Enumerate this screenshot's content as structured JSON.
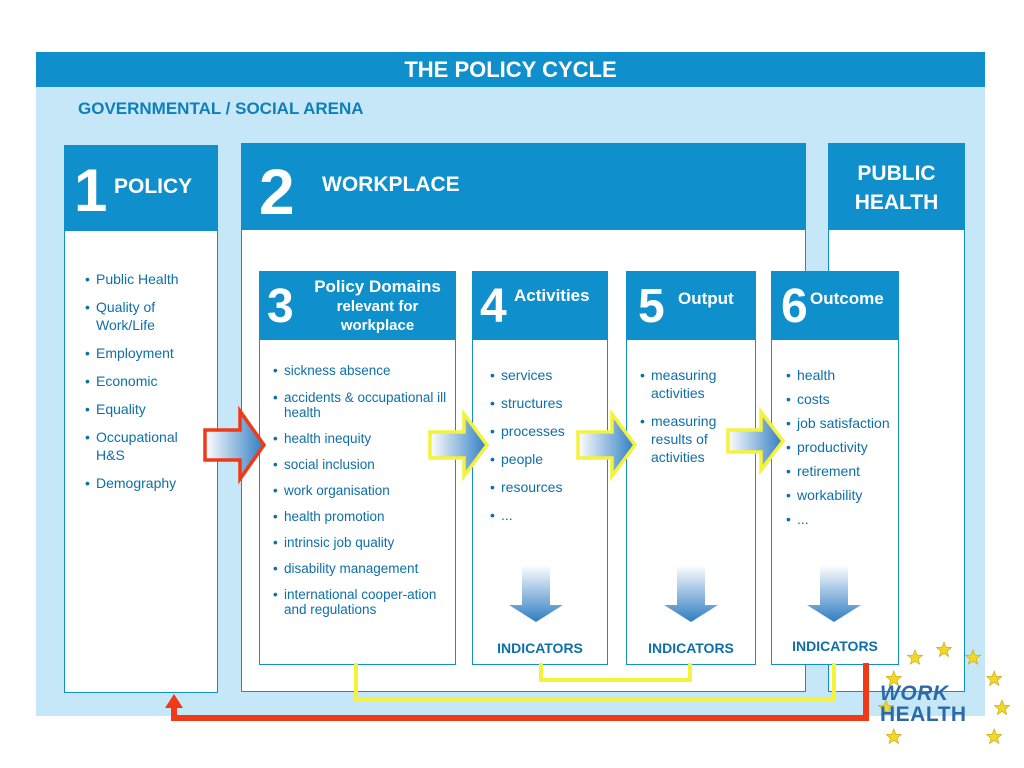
{
  "title": "THE POLICY CYCLE",
  "arena_title": "GOVERNMENTAL / SOCIAL ARENA",
  "policy": {
    "number": "1",
    "heading": "POLICY",
    "items": [
      "Public Health",
      "Quality of Work/Life",
      "Employment",
      "Economic",
      "Equality",
      "Occupational H&S",
      "Demography"
    ]
  },
  "workplace": {
    "number": "2",
    "heading": "WORKPLACE"
  },
  "public_health": {
    "line1": "PUBLIC",
    "line2": "HEALTH"
  },
  "domains": {
    "number": "3",
    "heading": "Policy Domains",
    "subheading_line1": "relevant for",
    "subheading_line2": "workplace",
    "items": [
      "sickness absence",
      "accidents & occupational ill health",
      "health inequity",
      "social inclusion",
      "work organisation",
      "health promotion",
      "intrinsic job quality",
      "disability management",
      "international cooper-ation and regulations"
    ]
  },
  "activities": {
    "number": "4",
    "heading": "Activities",
    "items": [
      "services",
      "structures",
      "processes",
      "people",
      "resources",
      "..."
    ],
    "indicators": "INDICATORS"
  },
  "output": {
    "number": "5",
    "heading": "Output",
    "items": [
      "measuring activities",
      "measuring results of activities"
    ],
    "indicators": "INDICATORS"
  },
  "outcome": {
    "number": "6",
    "heading": "Outcome",
    "items": [
      "health",
      "costs",
      "job satisfaction",
      "productivity",
      "retirement",
      "workability",
      "..."
    ],
    "indicators": "INDICATORS"
  },
  "logo": {
    "line1": "WORK",
    "line2": "HEALTH"
  },
  "colors": {
    "banner": "#0f8fcb",
    "arena": "#c6e7f8",
    "text": "#0e6fa8",
    "feedback_red": "#f03a17",
    "feedback_yellow": "#f4f23a",
    "star": "#f2d72a",
    "logo": "#2b6aa8"
  }
}
